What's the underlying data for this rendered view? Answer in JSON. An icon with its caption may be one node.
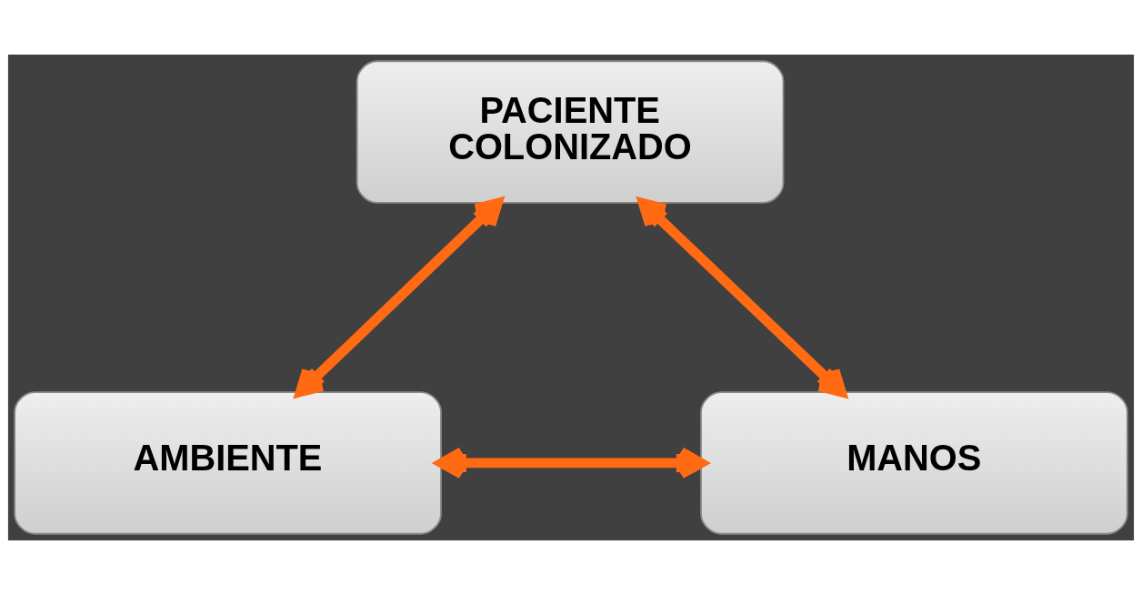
{
  "diagram": {
    "nodes": [
      {
        "text": [
          "PACIENTE COLONIZADO"
        ]
      },
      {
        "text": [
          "MANOS"
        ]
      },
      {
        "text": [
          "AMBIENTE"
        ]
      }
    ],
    "edges": [
      {
        "from": 1,
        "to": 0,
        "arrow": "both"
      },
      {
        "from": 0,
        "to": 2,
        "arrow": "both"
      },
      {
        "from": 1,
        "to": 2,
        "arrow": "both"
      }
    ]
  }
}
